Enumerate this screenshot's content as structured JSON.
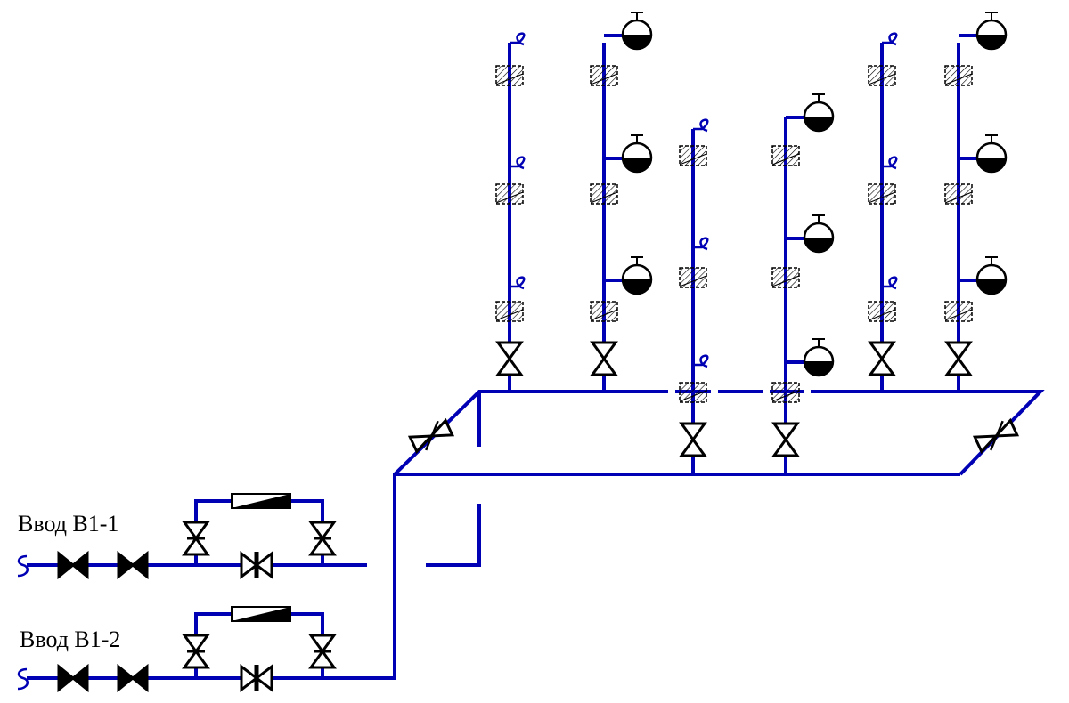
{
  "inputs": [
    {
      "label": "Ввод В1-1"
    },
    {
      "label": "Ввод В1-2"
    }
  ],
  "colors": {
    "pipe": "#0000b4",
    "symbol": "#000000",
    "background": "#ffffff"
  },
  "risers": [
    {
      "fixtures": "faucet"
    },
    {
      "fixtures": "tank"
    },
    {
      "fixtures": "faucet"
    },
    {
      "fixtures": "tank"
    },
    {
      "fixtures": "faucet"
    },
    {
      "fixtures": "tank"
    }
  ]
}
